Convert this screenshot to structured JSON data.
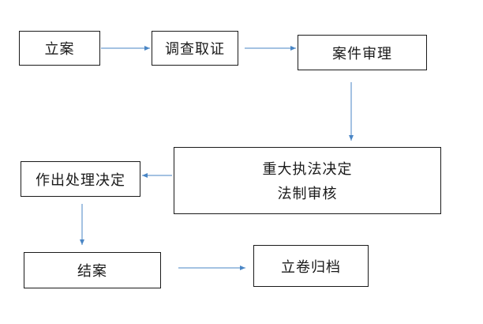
{
  "diagram": {
    "line_color": "#4a86c5",
    "nodes": {
      "lian": "立案",
      "diaocha": "调查取证",
      "anjian": "案件审理",
      "zhongda_line1": "重大执法决定",
      "zhongda_line2": "法制审核",
      "zuochu": "作出处理决定",
      "jiean": "结案",
      "lijuan": "立卷归档"
    }
  }
}
